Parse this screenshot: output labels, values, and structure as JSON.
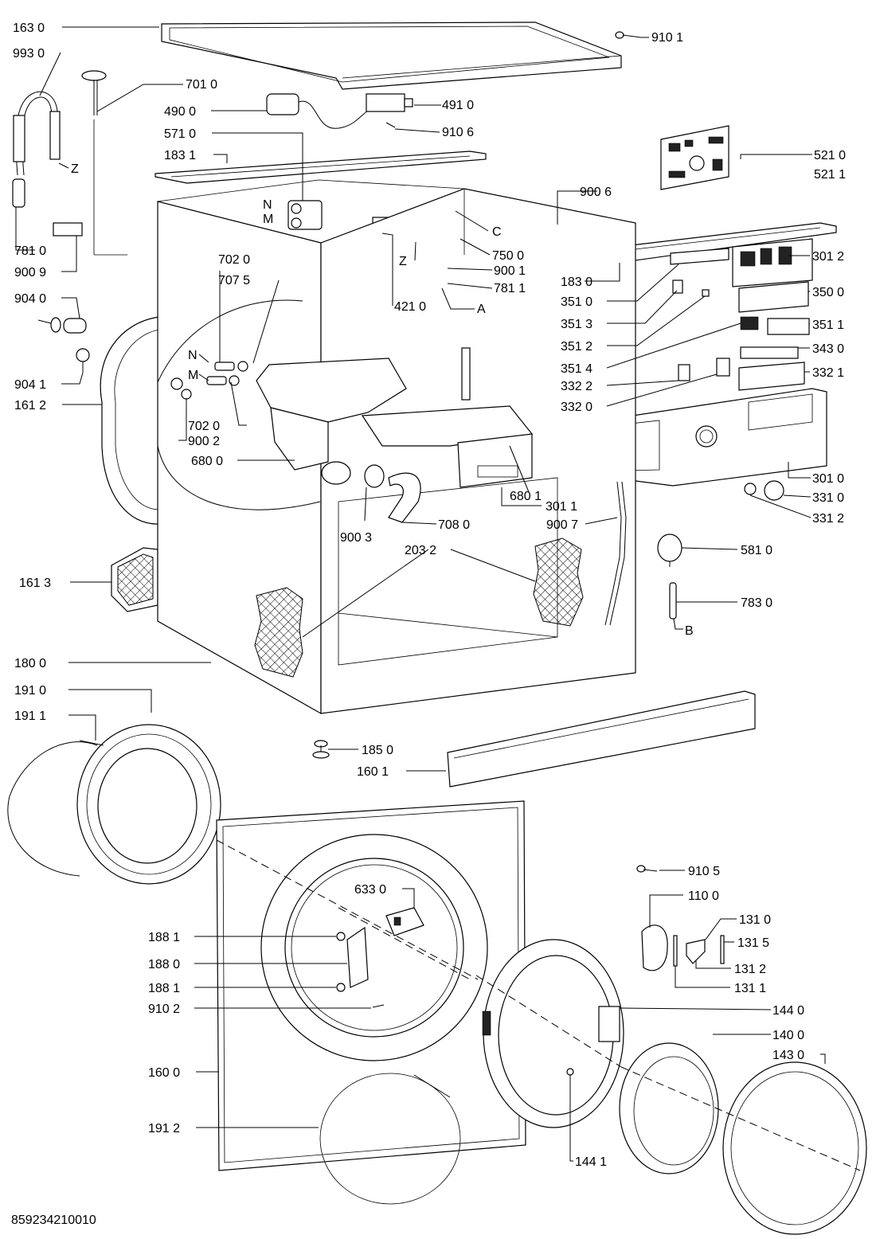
{
  "labels": {
    "l_163_0": "163 0",
    "l_993_0": "993 0",
    "l_701_0": "701 0",
    "l_490_0": "490 0",
    "l_491_0": "491 0",
    "l_910_1": "910 1",
    "l_571_0": "571 0",
    "l_910_6": "910 6",
    "l_183_1": "183 1",
    "l_z_hose": "Z",
    "l_521_0": "521 0",
    "l_521_1": "521 1",
    "l_900_6": "900 6",
    "l_n_valve": "N",
    "l_m_valve": "M",
    "l_c": "C",
    "l_z_pump": "Z",
    "l_750_0": "750 0",
    "l_301_2": "301 2",
    "l_781_0": "781 0",
    "l_183_0": "183 0",
    "l_900_1": "900 1",
    "l_781_1": "781 1",
    "l_900_9": "900 9",
    "l_702_0_top": "702 0",
    "l_707_5": "707 5",
    "l_421_0": "421 0",
    "l_a": "A",
    "l_351_0": "351 0",
    "l_350_0": "350 0",
    "l_904_0": "904 0",
    "l_351_3": "351 3",
    "l_351_1": "351 1",
    "l_351_2": "351 2",
    "l_n_mid": "N",
    "l_351_4": "351 4",
    "l_343_0": "343 0",
    "l_904_1": "904 1",
    "l_m_mid": "M",
    "l_332_2": "332 2",
    "l_332_1": "332 1",
    "l_161_2": "161 2",
    "l_332_0": "332 0",
    "l_702_0_bot": "702 0",
    "l_900_2": "900 2",
    "l_680_0": "680 0",
    "l_301_0": "301 0",
    "l_680_1": "680 1",
    "l_301_1": "301 1",
    "l_331_0": "331 0",
    "l_900_3": "900 3",
    "l_708_0": "708 0",
    "l_900_7": "900 7",
    "l_331_2": "331 2",
    "l_203_2": "203 2",
    "l_581_0": "581 0",
    "l_161_3": "161 3",
    "l_783_0": "783 0",
    "l_b": "B",
    "l_180_0": "180 0",
    "l_191_0": "191 0",
    "l_191_1": "191 1",
    "l_185_0": "185 0",
    "l_160_1": "160 1",
    "l_910_5": "910 5",
    "l_633_0": "633 0",
    "l_110_0": "110 0",
    "l_131_0": "131 0",
    "l_188_1_a": "188 1",
    "l_131_5": "131 5",
    "l_188_0": "188 0",
    "l_131_2": "131 2",
    "l_188_1_b": "188 1",
    "l_131_1": "131 1",
    "l_910_2": "910 2",
    "l_144_0": "144 0",
    "l_140_0": "140 0",
    "l_143_0": "143 0",
    "l_160_0": "160 0",
    "l_191_2": "191 2",
    "l_144_1": "144 1"
  },
  "footer": {
    "code": "859234210010"
  }
}
